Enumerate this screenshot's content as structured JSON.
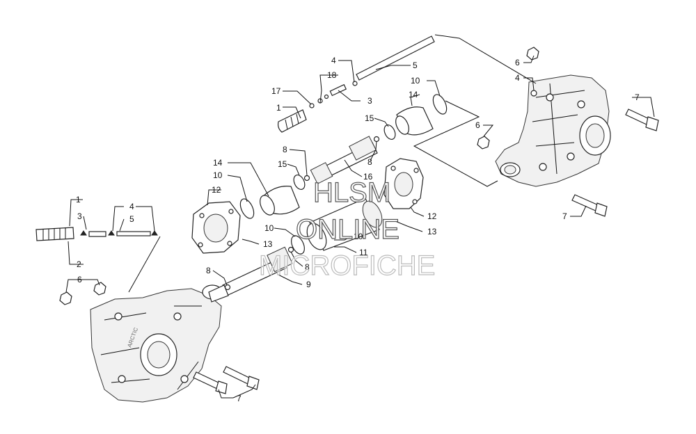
{
  "watermark": {
    "line1": "HLSM",
    "line2": "ONLINE",
    "line3": "MICROFICHE"
  },
  "callouts": {
    "c1_top": "1",
    "c17": "17",
    "c18": "18",
    "c4_top": "4",
    "c5_top": "5",
    "c3_top": "3",
    "c10_top": "10",
    "c14_top": "14",
    "c15_top": "15",
    "c8_mid1": "8",
    "c8_mid2": "8",
    "c16": "16",
    "c14_mid": "14",
    "c10_mid": "10",
    "c15_mid": "15",
    "c12_left": "12",
    "c12_right": "12",
    "c13_right": "13",
    "c13_left": "13",
    "c10_low": "10",
    "c10_low2": "10",
    "c8_low": "8",
    "c11": "11",
    "c8_left": "8",
    "c9": "9",
    "c1_left": "1",
    "c3_left": "3",
    "c2": "2",
    "c4_left": "4",
    "c5_left": "5",
    "c6_left": "6",
    "c7_left": "7",
    "c6_rtop": "6",
    "c4_right": "4",
    "c7_rtop": "7",
    "c6_rmid": "6",
    "c7_rlow": "7"
  }
}
